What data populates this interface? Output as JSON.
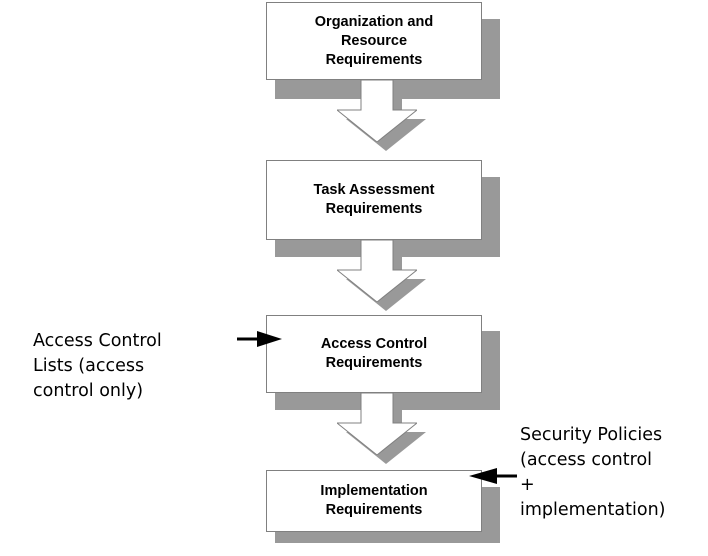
{
  "diagram": {
    "title": "Requirements flow diagram",
    "colors": {
      "shadow_gray": "#999999",
      "box_border": "#808080",
      "box_fill": "#ffffff",
      "arrow_black": "#000000",
      "text": "#000000"
    },
    "nodes": [
      {
        "id": "organization-and-resource-requirements",
        "label": "Organization and\nResource\nRequirements"
      },
      {
        "id": "task-assessment-requirements",
        "label": "Task Assessment\nRequirements"
      },
      {
        "id": "access-control-requirements",
        "label": "Access Control\nRequirements"
      },
      {
        "id": "implementation-requirements",
        "label": "Implementation\nRequirements"
      }
    ],
    "annotations": [
      {
        "id": "access-control-lists",
        "text": "Access Control\nLists (access\ncontrol only)",
        "points_to": "access-control-requirements",
        "side": "left"
      },
      {
        "id": "security-policies",
        "text": "Security Policies\n(access control\n+\nimplementation)",
        "points_to": "implementation-requirements",
        "side": "right"
      }
    ],
    "connectors": [
      {
        "id": "connector-1",
        "from": "organization-and-resource-requirements",
        "to": "task-assessment-requirements"
      },
      {
        "id": "connector-2",
        "from": "task-assessment-requirements",
        "to": "access-control-requirements"
      },
      {
        "id": "connector-3",
        "from": "access-control-requirements",
        "to": "implementation-requirements"
      }
    ]
  }
}
